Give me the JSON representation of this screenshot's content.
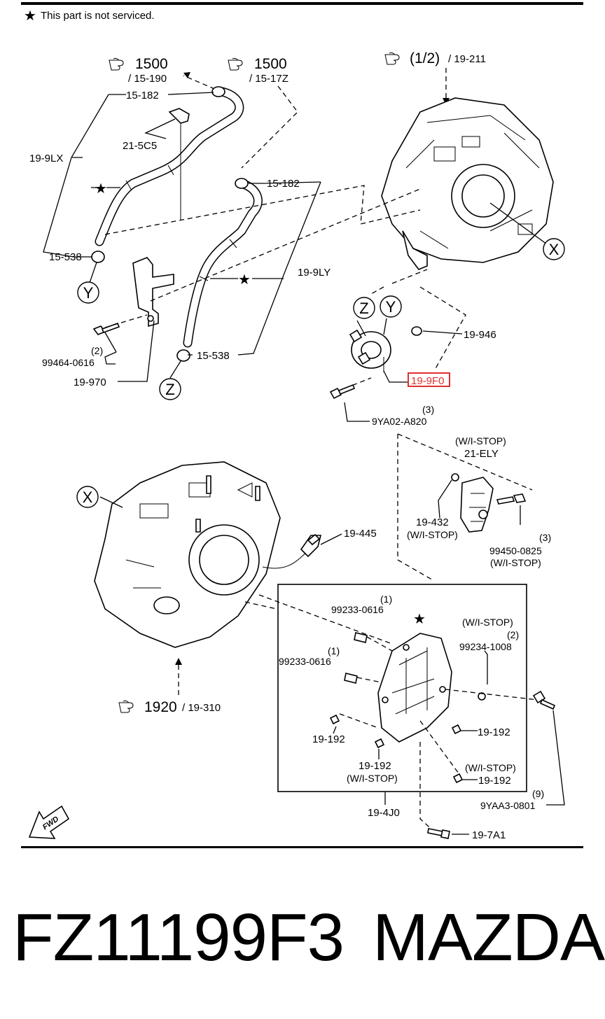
{
  "header": {
    "note": "This part is not serviced."
  },
  "refs": {
    "r1500a": {
      "num": "1500",
      "sub": "/ 15-190"
    },
    "r1500b": {
      "num": "1500",
      "sub": "/ 15-17Z"
    },
    "r12": {
      "num": "(1/2)",
      "sub": "/ 19-211"
    },
    "r1920": {
      "num": "1920",
      "sub": "/ 19-310"
    }
  },
  "labels": {
    "l_15182a": "15-182",
    "l_215c5": "21-5C5",
    "l_199lx": "19-9LX",
    "l_15538a": "15-538",
    "l_15182b": "15-182",
    "l_199ly": "19-9LY",
    "l_15538b": "15-538",
    "l_99464_qty": "(2)",
    "l_99464": "99464-0616",
    "l_19970": "19-970",
    "l_19946": "19-946",
    "l_199f0": "19-9F0",
    "l_9ya02_qty": "(3)",
    "l_9ya02": "9YA02-A820",
    "l_wistop1": "(W/I-STOP)",
    "l_21ely": "21-ELY",
    "l_19432": "19-432",
    "l_wistop2": "(W/I-STOP)",
    "l_99450_qty": "(3)",
    "l_99450": "99450-0825",
    "l_wistop3": "(W/I-STOP)",
    "l_19445": "19-445",
    "l_99233a_qty": "(1)",
    "l_99233a": "99233-0616",
    "l_99233b_qty": "(1)",
    "l_99233b": "99233-0616",
    "l_wistop4": "(W/I-STOP)",
    "l_99234_qty": "(2)",
    "l_99234": "99234-1008",
    "l_19192a": "19-192",
    "l_19192b": "19-192",
    "l_19192c": "19-192",
    "l_wistop5": "(W/I-STOP)",
    "l_wistop6": "(W/I-STOP)",
    "l_19192d": "19-192",
    "l_9yaa3_qty": "(9)",
    "l_9yaa3": "9YAA3-0801",
    "l_194j0": "19-4J0",
    "l_197a1": "19-7A1",
    "fwd": "FWD"
  },
  "circles": {
    "x": "X",
    "y": "Y",
    "z": "Z"
  },
  "highlight_color": "#e03030",
  "footer": {
    "part_number": "FZ11199F3",
    "brand": "MAZDA"
  }
}
